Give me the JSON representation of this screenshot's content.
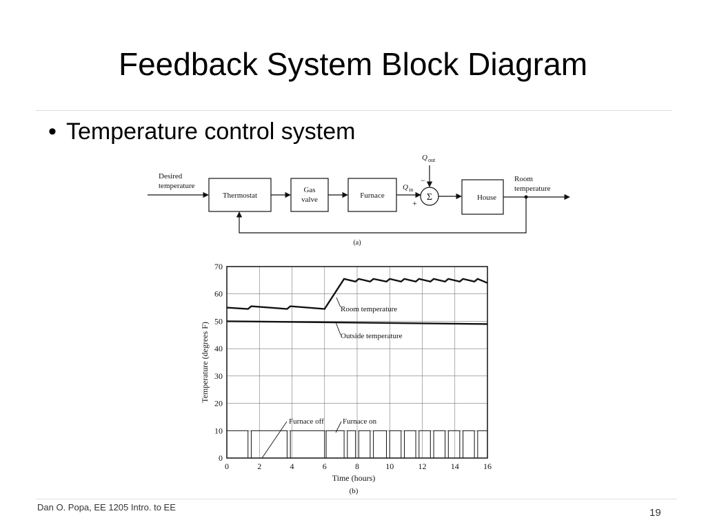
{
  "slide": {
    "title": "Feedback System Block Diagram",
    "bullet": "Temperature control system",
    "footer_author": "Dan O. Popa, EE 1205 Intro. to EE",
    "page_number": "19"
  },
  "diagram": {
    "input_label_line1": "Desired",
    "input_label_line2": "temperature",
    "thermostat": "Thermostat",
    "gas_valve_line1": "Gas",
    "gas_valve_line2": "valve",
    "furnace": "Furnace",
    "q_in": "Q",
    "q_in_sub": "in",
    "q_out": "Q",
    "q_out_sub": "out",
    "minus_sign": "−",
    "plus_sign": "+",
    "summer_symbol": "Σ",
    "house": "House",
    "output_label_line1": "Room",
    "output_label_line2": "temperature",
    "caption": "(a)"
  },
  "chart_data": {
    "type": "line",
    "xlabel": "Time (hours)",
    "ylabel": "Temperature (degrees F)",
    "caption": "(b)",
    "xlim": [
      0,
      16
    ],
    "ylim": [
      0,
      70
    ],
    "x_ticks": [
      "0",
      "2",
      "4",
      "6",
      "8",
      "10",
      "12",
      "14",
      "16"
    ],
    "y_ticks": [
      "0",
      "10",
      "20",
      "30",
      "40",
      "50",
      "60",
      "70"
    ],
    "grid": true,
    "annotations": [
      "Room temperature",
      "Outside temperature",
      "Furnace off",
      "Furnace on"
    ],
    "series": [
      {
        "label": "Room temperature",
        "x": [
          0,
          1.3,
          1.5,
          3.7,
          3.9,
          6.0,
          7.2,
          7.9,
          8.1,
          8.8,
          9.0,
          9.8,
          10.0,
          10.7,
          10.9,
          11.6,
          11.8,
          12.5,
          12.7,
          13.4,
          13.6,
          14.3,
          14.5,
          15.2,
          15.4,
          16.0
        ],
        "y": [
          55,
          54.5,
          55.5,
          54.5,
          55.5,
          54.5,
          65.5,
          64.5,
          65.5,
          64.5,
          65.5,
          64.5,
          65.5,
          64.5,
          65.5,
          64.5,
          65.5,
          64.5,
          65.5,
          64.5,
          65.5,
          64.5,
          65.5,
          64.5,
          65.5,
          64
        ]
      },
      {
        "label": "Outside temperature",
        "x": [
          0,
          16
        ],
        "y": [
          50,
          49
        ]
      }
    ],
    "furnace_on_periods": [
      [
        0,
        1.3
      ],
      [
        1.5,
        3.7
      ],
      [
        3.9,
        6.0
      ],
      [
        6.1,
        7.2
      ],
      [
        7.4,
        7.9
      ],
      [
        8.1,
        8.8
      ],
      [
        9.0,
        9.8
      ],
      [
        10.0,
        10.7
      ],
      [
        10.9,
        11.6
      ],
      [
        11.8,
        12.5
      ],
      [
        12.7,
        13.4
      ],
      [
        13.6,
        14.3
      ],
      [
        14.5,
        15.2
      ],
      [
        15.4,
        16.0
      ]
    ],
    "furnace_on_level": 10
  }
}
